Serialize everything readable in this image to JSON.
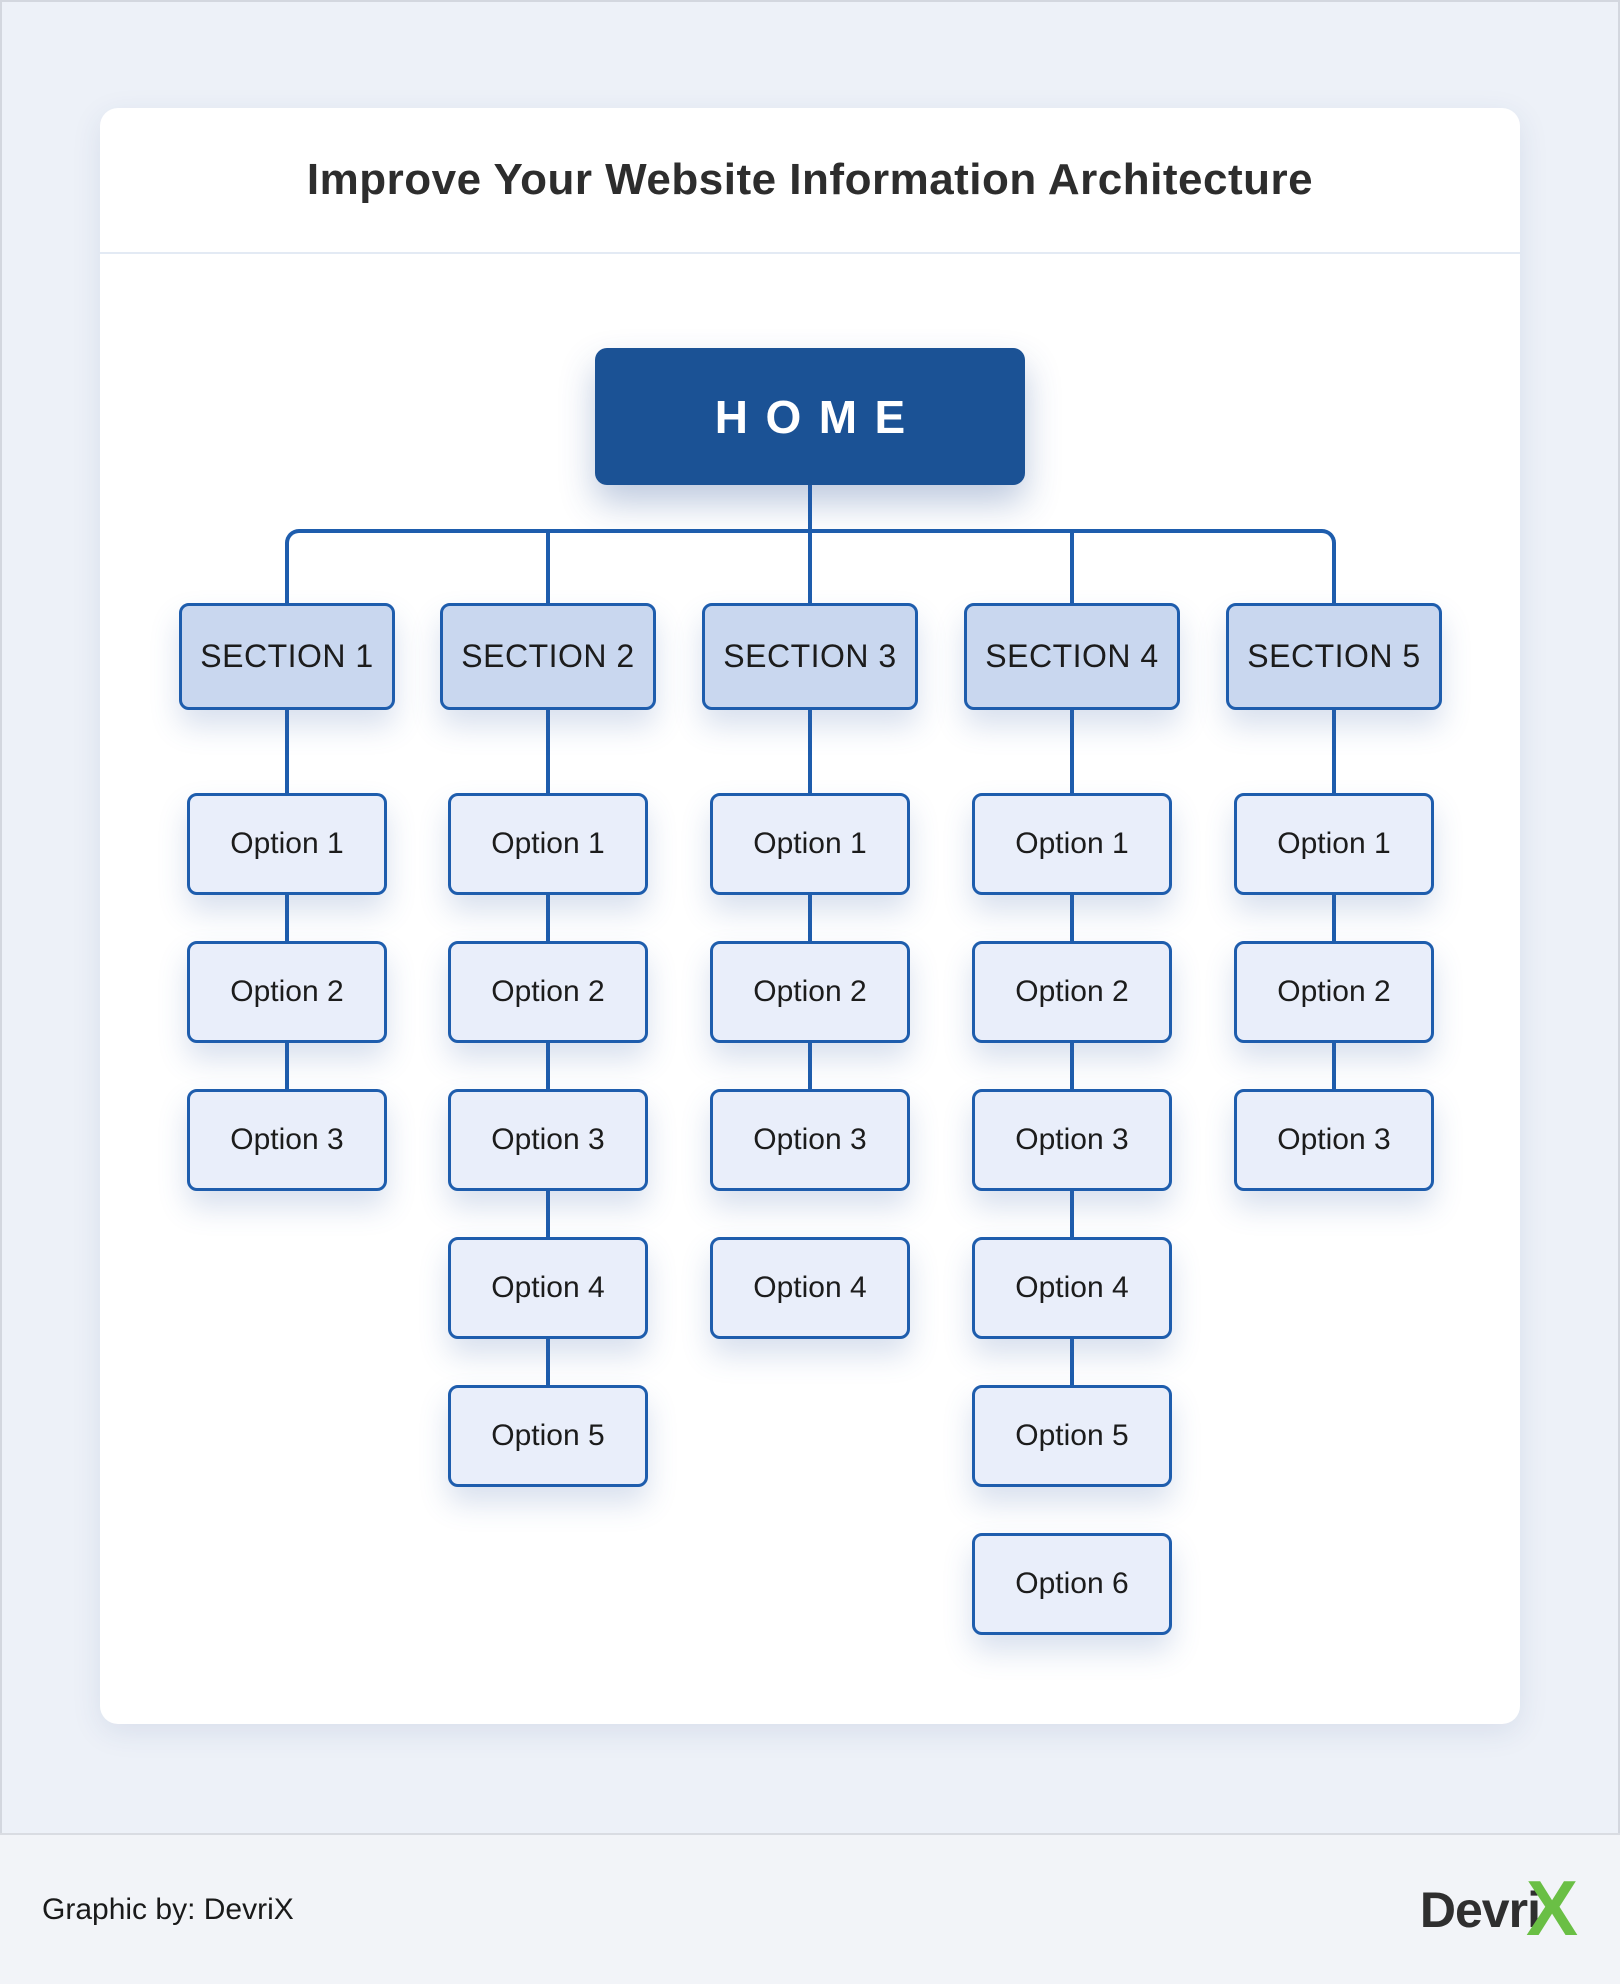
{
  "title": "Improve Your Website Information Architecture",
  "home_label": "HOME",
  "tree": {
    "root": "HOME",
    "sections": [
      {
        "label": "SECTION 1",
        "options": [
          "Option 1",
          "Option 2",
          "Option 3"
        ]
      },
      {
        "label": "SECTION 2",
        "options": [
          "Option 1",
          "Option 2",
          "Option 3",
          "Option 4",
          "Option 5"
        ]
      },
      {
        "label": "SECTION 3",
        "options": [
          "Option 1",
          "Option 2",
          "Option 3",
          "Option 4"
        ]
      },
      {
        "label": "SECTION 4",
        "options": [
          "Option 1",
          "Option 2",
          "Option 3",
          "Option 4",
          "Option 5",
          "Option 6"
        ]
      },
      {
        "label": "SECTION 5",
        "options": [
          "Option 1",
          "Option 2",
          "Option 3"
        ]
      }
    ],
    "missing_connectors": [
      {
        "section": "SECTION 3",
        "between": [
          "Option 3",
          "Option 4"
        ]
      },
      {
        "section": "SECTION 4",
        "between": [
          "Option 5",
          "Option 6"
        ]
      }
    ]
  },
  "footer": {
    "credit": "Graphic by: DevriX",
    "logo_word": "Devri",
    "logo_x": "X"
  },
  "colors": {
    "page_background": "#edf1f8",
    "card_background": "#ffffff",
    "home_fill": "#1b5295",
    "section_fill": "#c9d7ef",
    "option_fill": "#e9eefa",
    "connector_blue": "#1e5dad",
    "logo_green": "#6abf45",
    "title_text": "#2d2d2d"
  }
}
